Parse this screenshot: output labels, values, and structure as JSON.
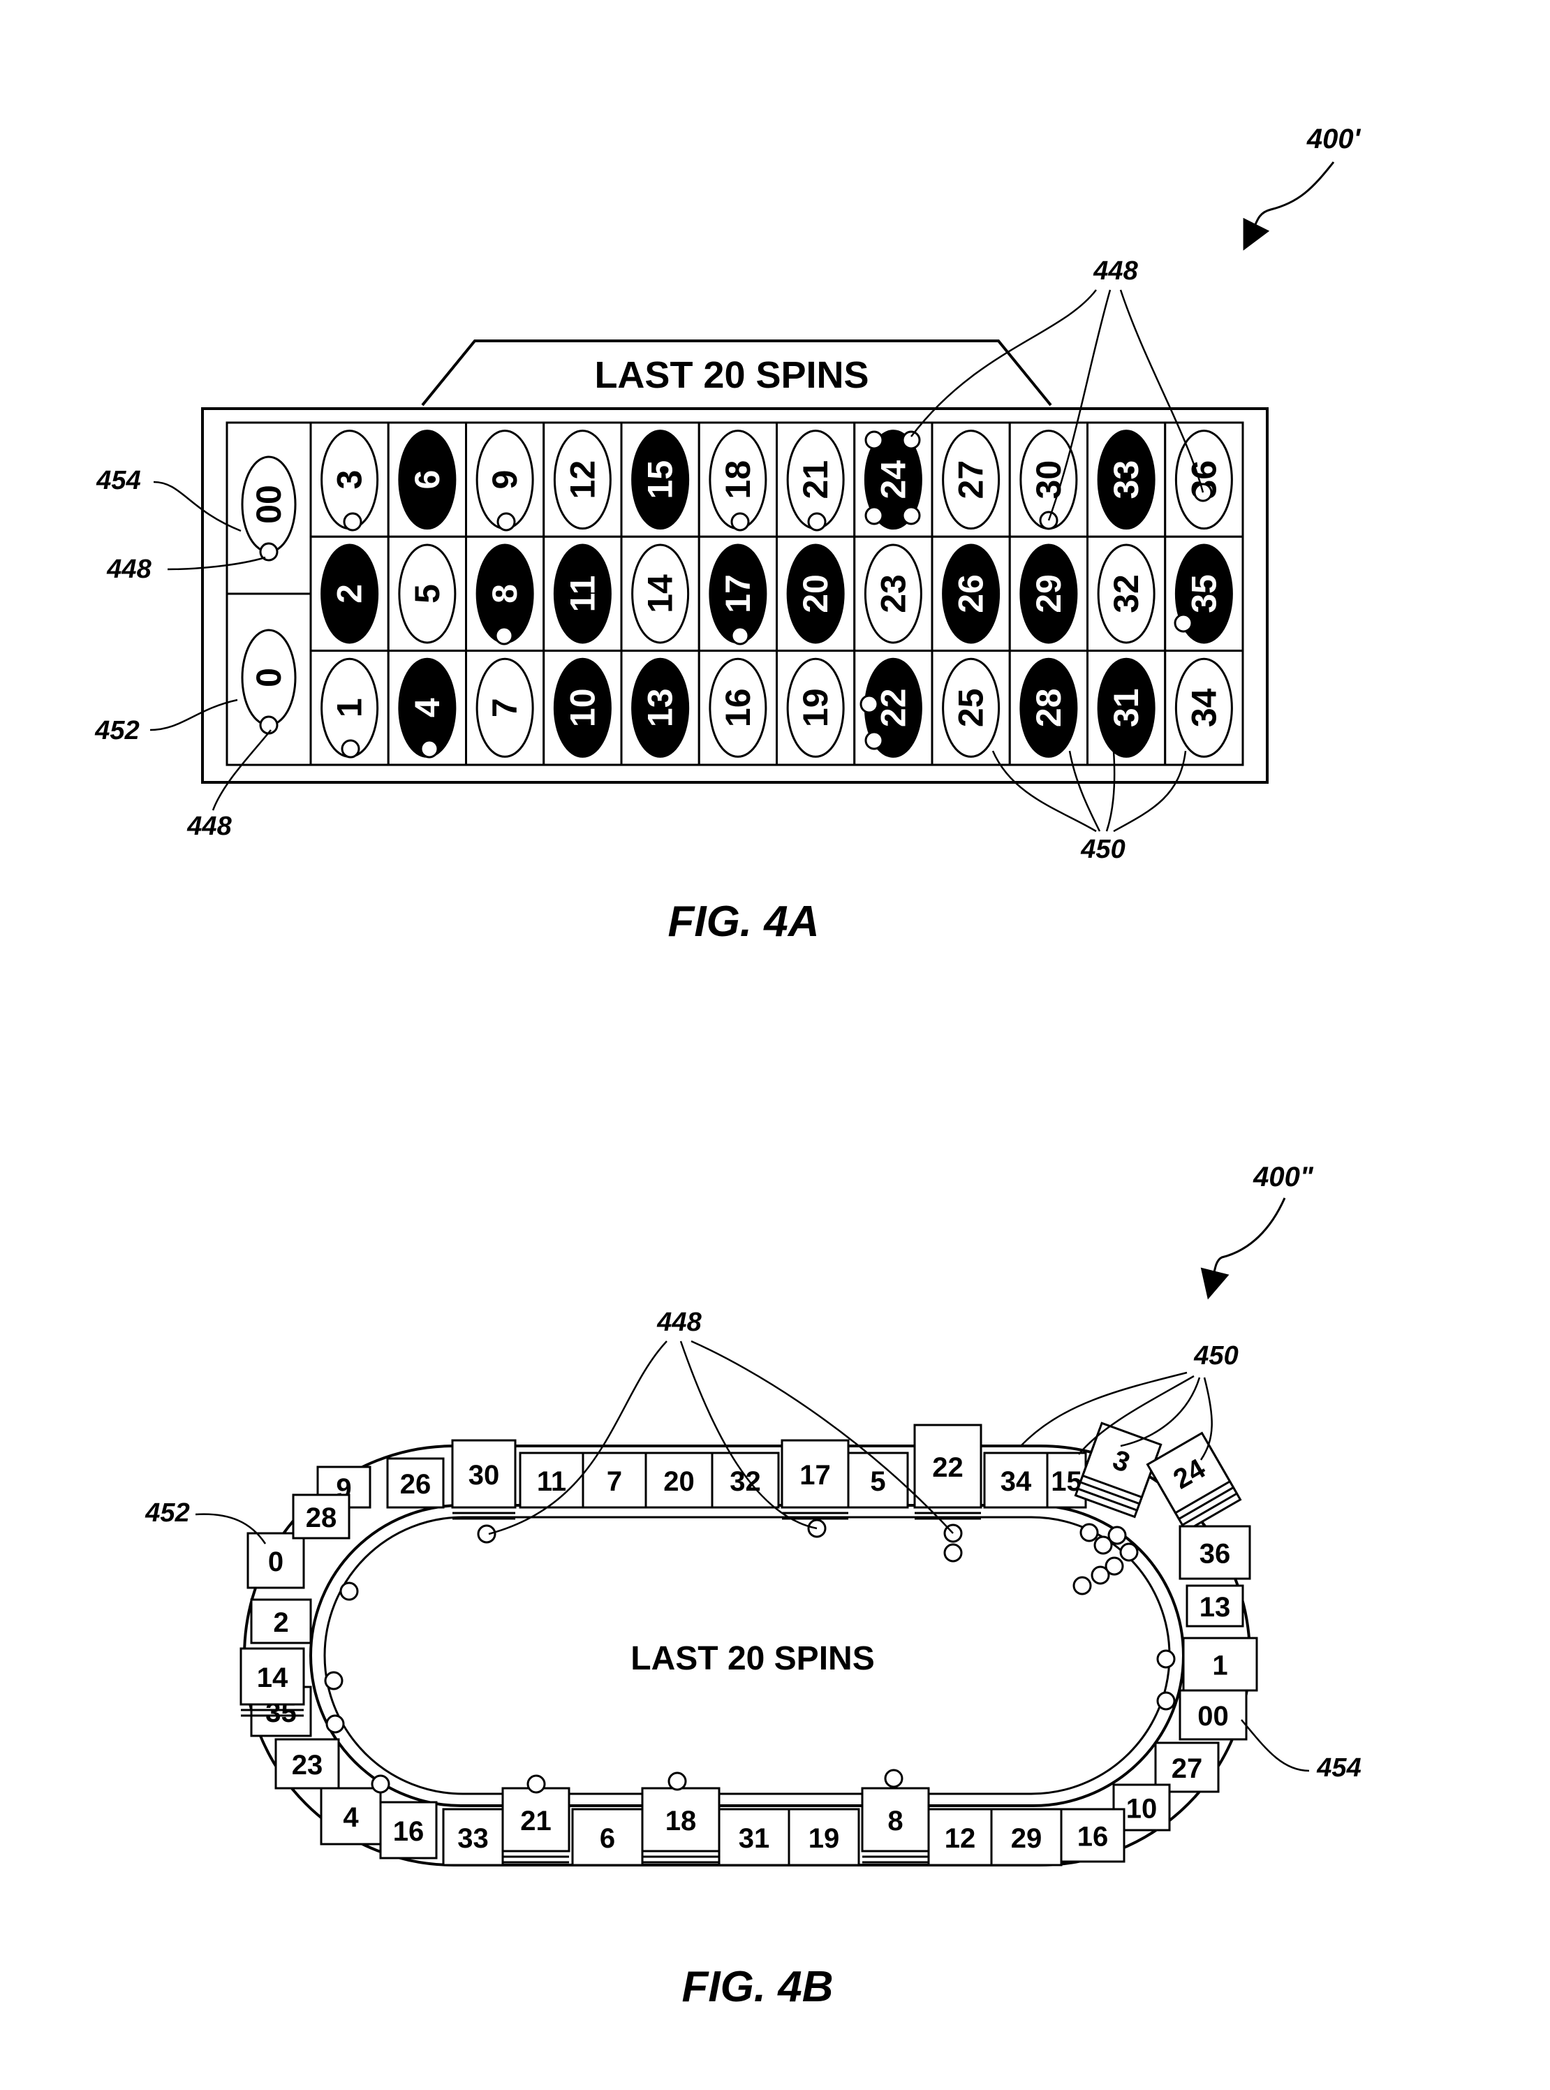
{
  "fig_a": {
    "ref": "400'",
    "header": "LAST 20 SPINS",
    "caption": "FIG. 4A",
    "zero_cells": [
      {
        "label": "00",
        "ref": "454"
      },
      {
        "label": "0",
        "ref": "452"
      }
    ],
    "grid": [
      [
        {
          "n": "3",
          "black": false
        },
        {
          "n": "6",
          "black": true
        },
        {
          "n": "9",
          "black": false
        },
        {
          "n": "12",
          "black": false
        },
        {
          "n": "15",
          "black": true
        },
        {
          "n": "18",
          "black": false
        },
        {
          "n": "21",
          "black": false
        },
        {
          "n": "24",
          "black": true
        },
        {
          "n": "27",
          "black": false
        },
        {
          "n": "30",
          "black": false
        },
        {
          "n": "33",
          "black": true
        },
        {
          "n": "36",
          "black": false
        }
      ],
      [
        {
          "n": "2",
          "black": true
        },
        {
          "n": "5",
          "black": false
        },
        {
          "n": "8",
          "black": true
        },
        {
          "n": "11",
          "black": true
        },
        {
          "n": "14",
          "black": false
        },
        {
          "n": "17",
          "black": true
        },
        {
          "n": "20",
          "black": true
        },
        {
          "n": "23",
          "black": false
        },
        {
          "n": "26",
          "black": true
        },
        {
          "n": "29",
          "black": true
        },
        {
          "n": "32",
          "black": false
        },
        {
          "n": "35",
          "black": true
        }
      ],
      [
        {
          "n": "1",
          "black": false
        },
        {
          "n": "4",
          "black": true
        },
        {
          "n": "7",
          "black": false
        },
        {
          "n": "10",
          "black": true
        },
        {
          "n": "13",
          "black": true
        },
        {
          "n": "16",
          "black": false
        },
        {
          "n": "19",
          "black": false
        },
        {
          "n": "22",
          "black": true
        },
        {
          "n": "25",
          "black": false
        },
        {
          "n": "28",
          "black": true
        },
        {
          "n": "31",
          "black": true
        },
        {
          "n": "34",
          "black": false
        }
      ]
    ],
    "labels": {
      "ref_448_top": "448",
      "ref_448_left": "448",
      "ref_448_bottom": "448",
      "ref_450": "450"
    }
  },
  "fig_b": {
    "ref": "400\"",
    "center_text": "LAST 20 SPINS",
    "caption": "FIG. 4B",
    "top_row": [
      "9",
      "26",
      "30",
      "11",
      "7",
      "20",
      "32",
      "17",
      "5",
      "22",
      "34",
      "15"
    ],
    "stacked_pockets": [
      "3",
      "24"
    ],
    "right_side": [
      "36",
      "13",
      "1",
      "00"
    ],
    "bottom_row": [
      "27",
      "10",
      "16",
      "29",
      "12",
      "8",
      "19",
      "31",
      "18",
      "6",
      "21",
      "33",
      "16",
      "4"
    ],
    "left_side": [
      "23",
      "35",
      "14",
      "2",
      "0",
      "28"
    ],
    "labels": {
      "ref_448": "448",
      "ref_450": "450",
      "ref_452": "452",
      "ref_454": "454"
    }
  }
}
